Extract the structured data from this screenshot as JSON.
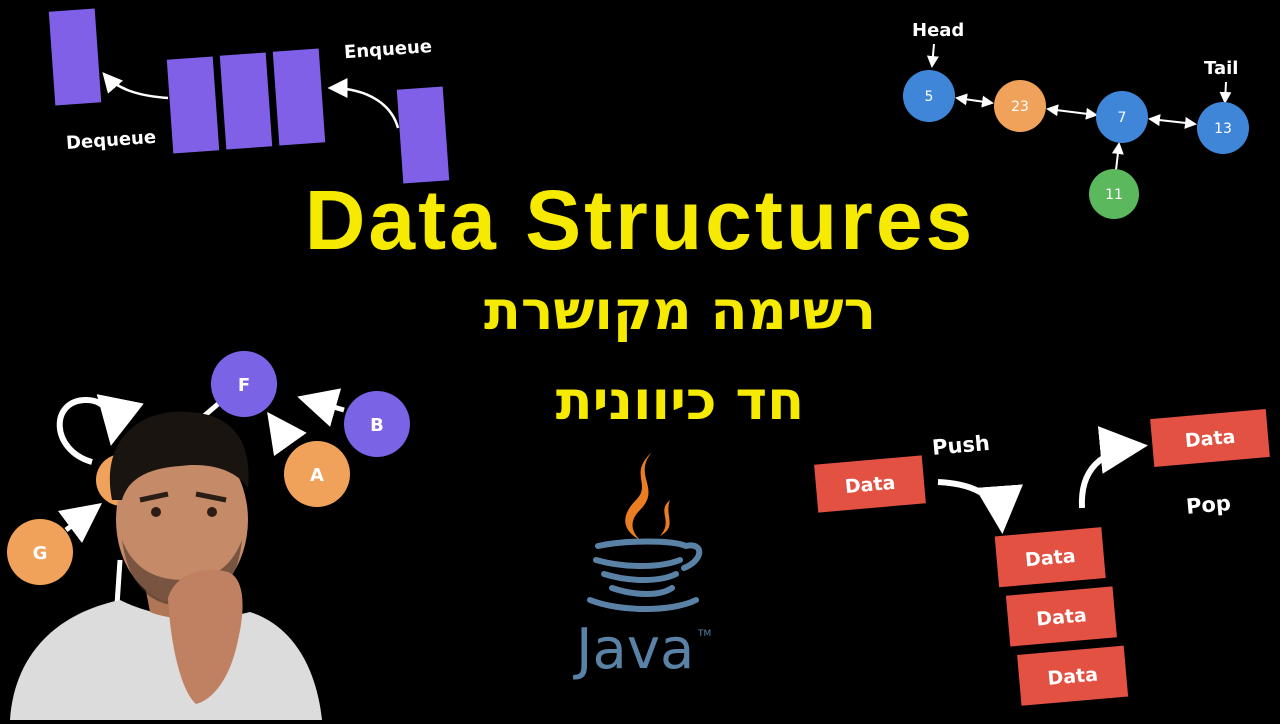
{
  "title": "Data Structures",
  "subtitle_line1": "רשימה מקושרת",
  "subtitle_line2": "חד כיוונית",
  "queue": {
    "enqueue_label": "Enqueue",
    "dequeue_label": "Dequeue"
  },
  "linked_list": {
    "head_label": "Head",
    "tail_label": "Tail",
    "nodes": [
      "5",
      "23",
      "7",
      "13",
      "11"
    ]
  },
  "graph": {
    "nodes": [
      "F",
      "B",
      "A",
      "G"
    ]
  },
  "stack": {
    "push_label": "Push",
    "pop_label": "Pop",
    "item_label": "Data"
  },
  "java_logo": {
    "wordmark": "Java",
    "trademark": "TM"
  },
  "colors": {
    "title": "#f5ea00",
    "queue_box": "#8060e6",
    "node_blue": "#3f86d9",
    "node_orange": "#f0a25a",
    "node_green": "#5cb85c",
    "graph_purple": "#7b63e6",
    "stack_red": "#e25141",
    "java_blue": "#5a82a6",
    "java_orange": "#ea7d22"
  }
}
